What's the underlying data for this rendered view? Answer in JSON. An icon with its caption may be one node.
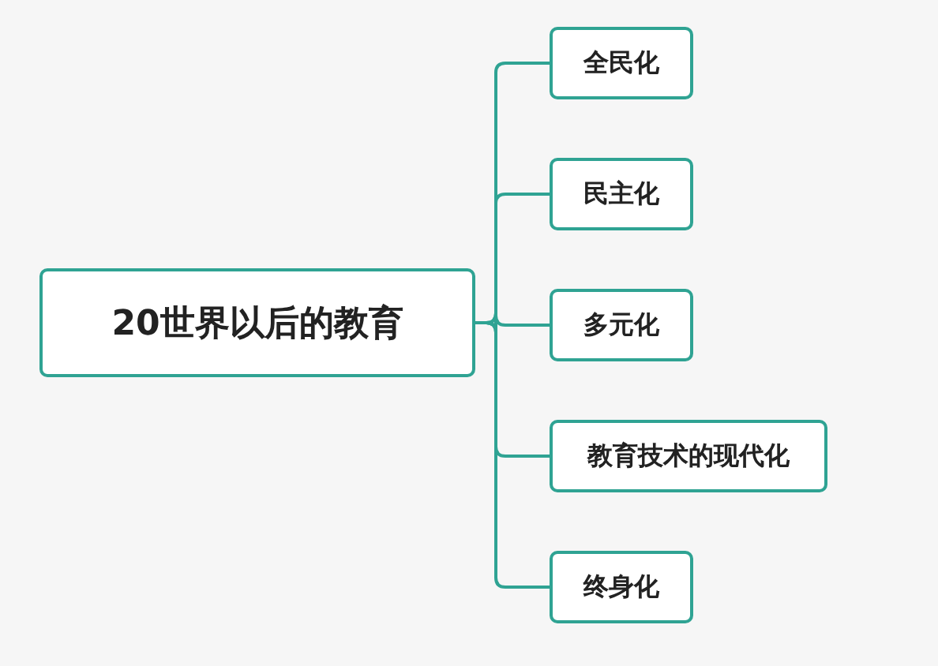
{
  "diagram": {
    "nodes": [
      {
        "text": [
          "20世界以后的教育"
        ]
      },
      {
        "text": [
          "全民化"
        ]
      },
      {
        "text": [
          "民主化"
        ]
      },
      {
        "text": [
          "多元化"
        ]
      },
      {
        "text": [
          "教育技术的现代化"
        ]
      },
      {
        "text": [
          "终身化"
        ]
      }
    ],
    "edges": [
      {
        "from": 0,
        "to": 1,
        "arrow": "none"
      },
      {
        "from": 0,
        "to": 2,
        "arrow": "none"
      },
      {
        "from": 0,
        "to": 3,
        "arrow": "none"
      },
      {
        "from": 0,
        "to": 4,
        "arrow": "none"
      },
      {
        "from": 0,
        "to": 5,
        "arrow": "none"
      }
    ]
  }
}
